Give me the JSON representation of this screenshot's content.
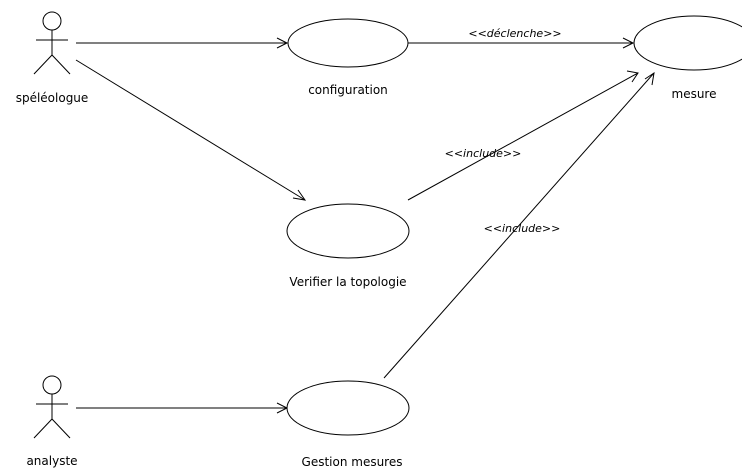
{
  "diagram": {
    "actors": [
      {
        "id": "speleologue",
        "label": "spéléologue"
      },
      {
        "id": "analyste",
        "label": "analyste"
      }
    ],
    "use_cases": [
      {
        "id": "configuration",
        "label": "configuration"
      },
      {
        "id": "mesure",
        "label": "mesure"
      },
      {
        "id": "verifier",
        "label": "Verifier la topologie"
      },
      {
        "id": "gestion",
        "label": "Gestion mesures"
      }
    ],
    "relations": [
      {
        "from": "speleologue",
        "to": "configuration",
        "stereotype": ""
      },
      {
        "from": "speleologue",
        "to": "verifier",
        "stereotype": ""
      },
      {
        "from": "analyste",
        "to": "gestion",
        "stereotype": ""
      },
      {
        "from": "configuration",
        "to": "mesure",
        "stereotype": "<<déclenche>>"
      },
      {
        "from": "verifier",
        "to": "mesure",
        "stereotype": "<<include>>"
      },
      {
        "from": "gestion",
        "to": "mesure",
        "stereotype": "<<include>>"
      }
    ],
    "colors": {
      "stroke": "#000000",
      "background": "#ffffff"
    }
  }
}
